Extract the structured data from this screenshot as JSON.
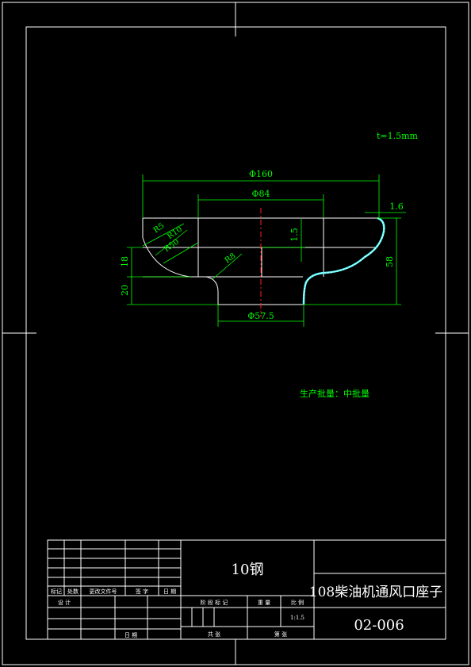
{
  "drawing": {
    "thickness_note": "t=1.5mm",
    "production_note": "生产批量：中批量",
    "dimensions": {
      "outer_dia": "Φ160",
      "mid_dia": "Φ84",
      "bottom_dia": "Φ57.5",
      "thickness": "1.6",
      "step": "1.5",
      "height_total": "58",
      "left_h1": "18",
      "left_h2": "20",
      "r15": "R5",
      "r10": "R10",
      "r50": "R50",
      "r30": "R8"
    }
  },
  "title_block": {
    "material": "10钢",
    "part_name": "108柴油机通风口座子",
    "drawing_no": "02-006",
    "scale": "1:1.5",
    "labels": {
      "mark": "标记",
      "count": "处数",
      "change_doc": "更改文件号",
      "sign": "签 字",
      "date": "日 期",
      "design": "设 计",
      "check_date": "日 期",
      "stage_mark": "阶 段 标 记",
      "weight": "重 量",
      "ratio": "比 例",
      "total": "共  张",
      "sheet": "第  张"
    }
  }
}
